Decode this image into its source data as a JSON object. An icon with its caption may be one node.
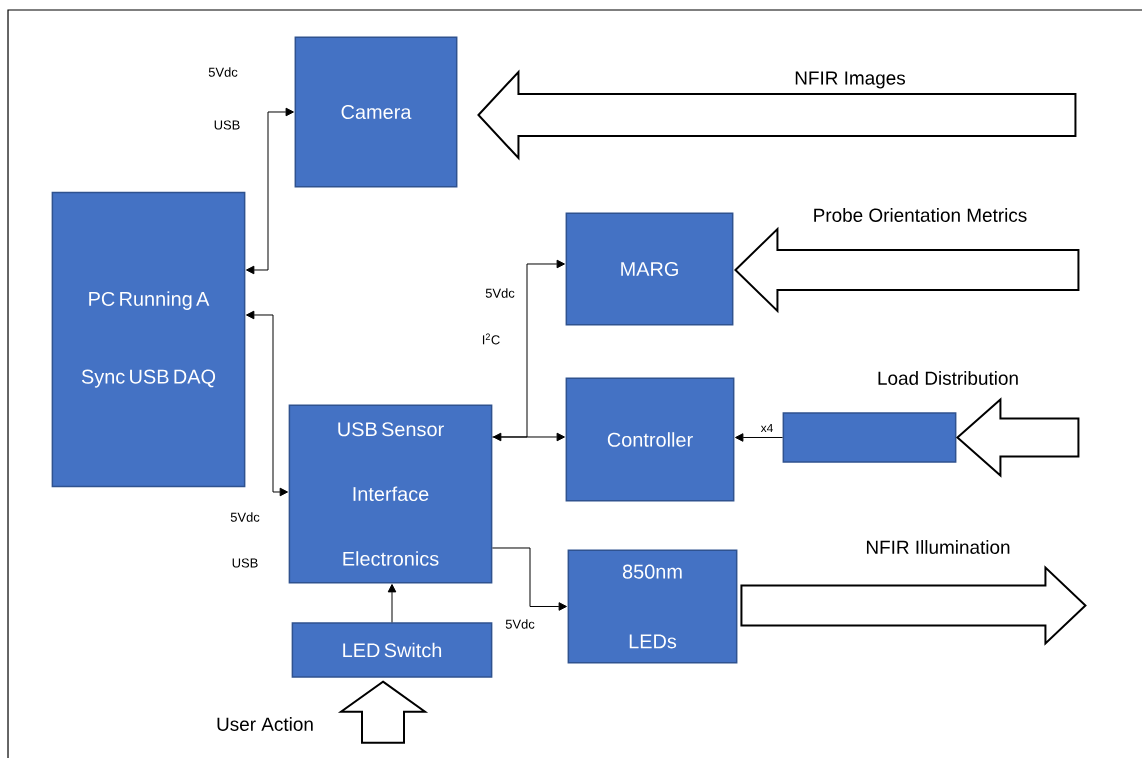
{
  "diagram": {
    "nodes": [
      {
        "text": [
          "PC Running A Sync USB DAQ"
        ]
      },
      {
        "text": [
          "Camera"
        ]
      },
      {
        "text": [
          "MARG"
        ]
      },
      {
        "text": [
          "USB Sensor Interface Electronics"
        ]
      },
      {
        "text": [
          "Controller"
        ]
      },
      {
        "text": [],
        "shape": "box"
      },
      {
        "text": [
          "850nm LEDs"
        ]
      },
      {
        "text": [
          "LED Switch"
        ]
      }
    ],
    "edges": [
      {
        "from": 0,
        "to": 1,
        "arrow": "both"
      },
      {
        "from": 0,
        "to": 3,
        "arrow": "both"
      },
      {
        "from": 3,
        "to": 4,
        "arrow": "both"
      },
      {
        "from": 3,
        "to": 2,
        "arrow": "to"
      },
      {
        "from": 5,
        "to": 4,
        "arrow": "to",
        "label": "x4"
      },
      {
        "from": 3,
        "to": 6,
        "arrow": "to"
      },
      {
        "from": 7,
        "to": 3,
        "arrow": "to"
      },
      {
        "from": null,
        "to": 1,
        "arrow": "to",
        "label": "NFIR Images",
        "style": "thick"
      },
      {
        "from": null,
        "to": 2,
        "arrow": "to",
        "label": "Probe Orientation Metrics",
        "style": "thick"
      },
      {
        "from": null,
        "to": 5,
        "arrow": "to",
        "label": "Load Distribution",
        "style": "thick"
      },
      {
        "from": 6,
        "to": null,
        "arrow": "to",
        "label": "NFIR Illumination",
        "style": "thick"
      },
      {
        "from": null,
        "to": 7,
        "arrow": "to",
        "label": "User Action",
        "style": "thick"
      }
    ],
    "labels": [
      "5Vdc",
      "USB",
      "5Vdc",
      "I$^{2}$C",
      "5Vdc",
      "USB",
      "5Vdc"
    ]
  }
}
